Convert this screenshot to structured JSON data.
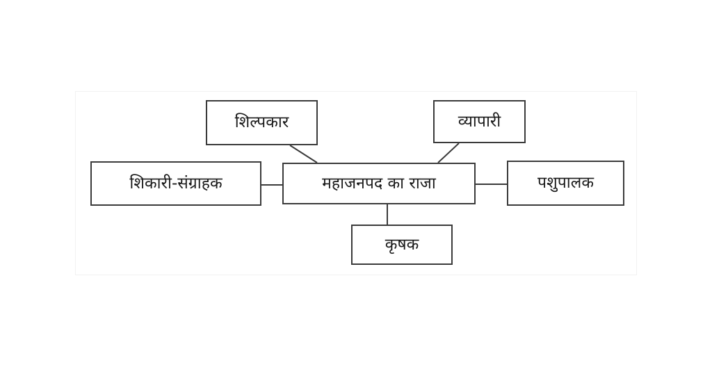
{
  "diagram": {
    "center": {
      "label": "महाजनपद का राजा"
    },
    "nodes": [
      {
        "id": "shilpkar",
        "label": "शिल्पकार"
      },
      {
        "id": "vyapari",
        "label": "व्यापारी"
      },
      {
        "id": "shikari",
        "label": "शिकारी-संग्राहक"
      },
      {
        "id": "pashupalak",
        "label": "पशुपालक"
      },
      {
        "id": "krishak",
        "label": "कृषक"
      }
    ],
    "edges": [
      {
        "from": "shilpkar",
        "to": "center"
      },
      {
        "from": "vyapari",
        "to": "center"
      },
      {
        "from": "shikari",
        "to": "center"
      },
      {
        "from": "pashupalak",
        "to": "center"
      },
      {
        "from": "krishak",
        "to": "center"
      }
    ],
    "colors": {
      "stroke": "#3a3a3a",
      "text": "#1a1a1a",
      "background": "#ffffff"
    }
  }
}
